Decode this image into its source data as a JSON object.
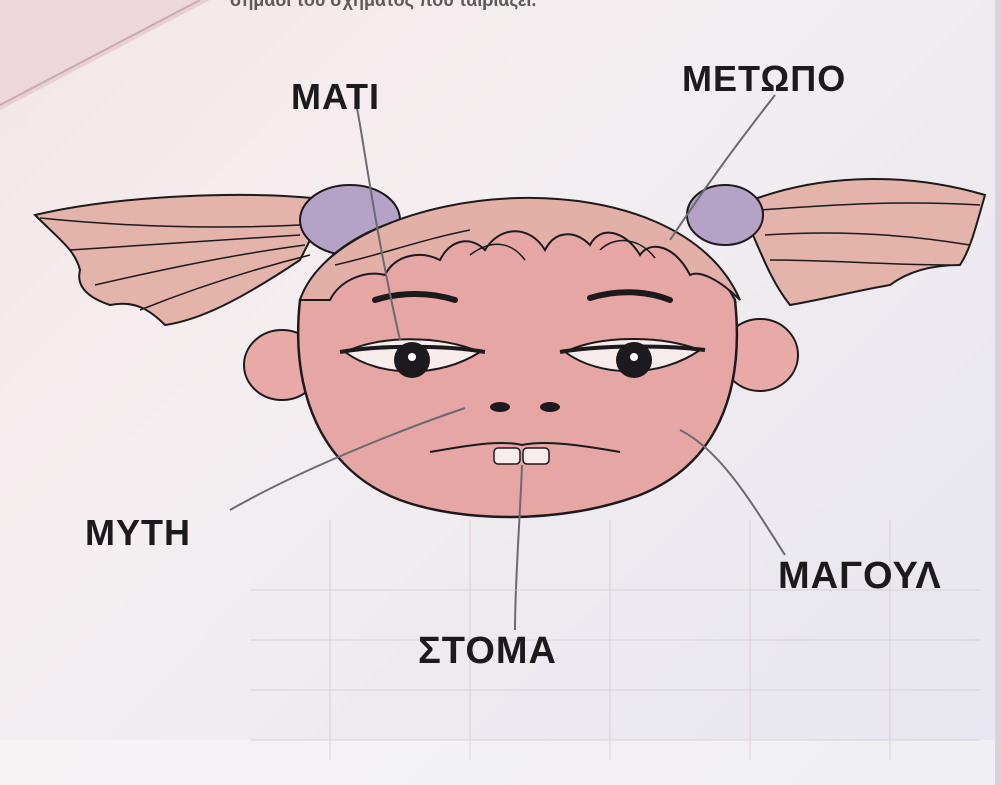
{
  "labels": {
    "mati": "ΜΑΤΙ",
    "metopo": "ΜΕΤΩΠΟ",
    "myti": "ΜΥΤΗ",
    "magoula": "ΜΑΓΟΥΛ",
    "stoma": "ΣΤΟΜΑ"
  },
  "header_fragment": "σημάδι του σχήματος που ταιριάζει.",
  "colors": {
    "paper": "#f1ecef",
    "skin": "#e8a9a6",
    "hair": "#e3b0a7",
    "hair_bow": "#b4a0c8",
    "ink": "#1c1a1c",
    "pointer_line": "#6a6a70"
  }
}
